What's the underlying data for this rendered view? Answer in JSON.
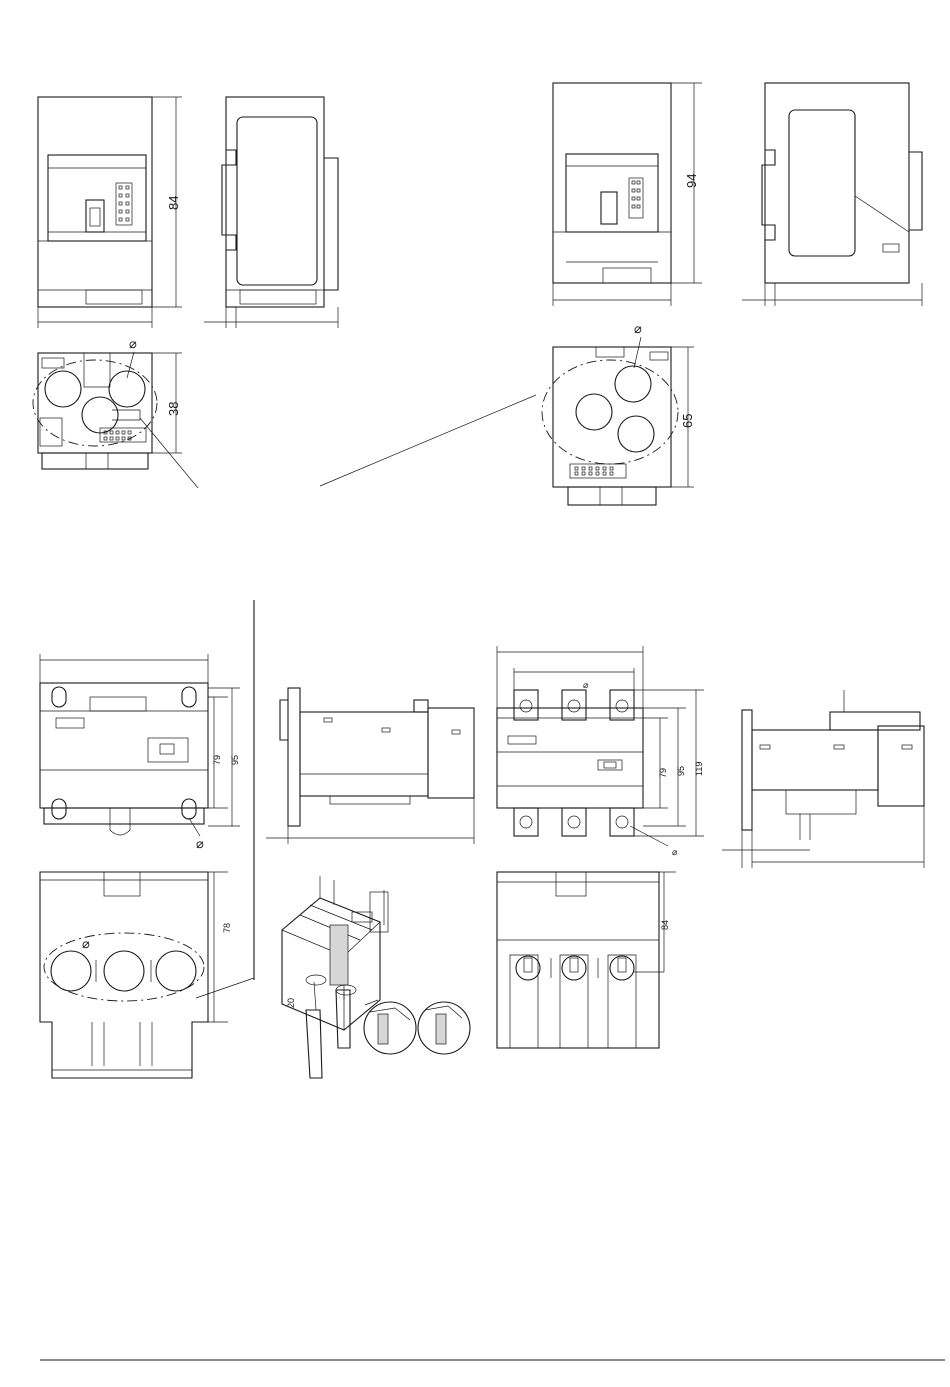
{
  "labels": {
    "dim_84_top": "84",
    "dim_38": "38",
    "dim_94": "94",
    "dim_65": "65",
    "dim_79_left": "79",
    "dim_95_left": "95",
    "dim_78": "78",
    "dim_79_right": "79",
    "dim_95_right": "95",
    "dim_119": "119",
    "dim_84_bottom": "84",
    "dim_20": "20",
    "diameter": "⌀"
  }
}
